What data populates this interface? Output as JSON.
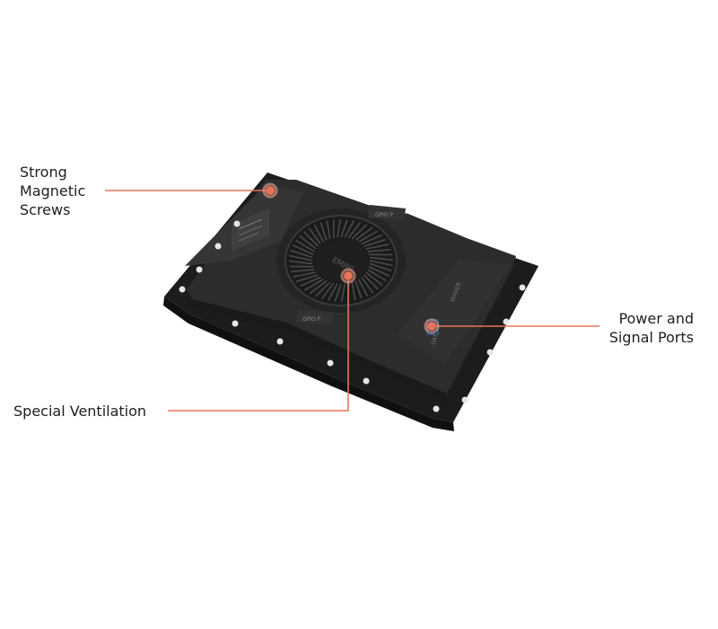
{
  "callouts": {
    "screws": {
      "line1": "Strong",
      "line2": "Magnetic",
      "line3": "Screws"
    },
    "ventilation": {
      "text": "Special Ventilation"
    },
    "ports": {
      "line1": "Power and",
      "line2": "Signal Ports"
    }
  },
  "device": {
    "brand_mark": "EMINI",
    "port_label_top": "GPIO P",
    "port_label_bottom": "GPIO P",
    "side_label_power": "POWER",
    "side_label_data": "DATA"
  },
  "colors": {
    "accent": "#e8735a",
    "device_body": "#2a2a2a",
    "text": "#1e1e1e"
  }
}
